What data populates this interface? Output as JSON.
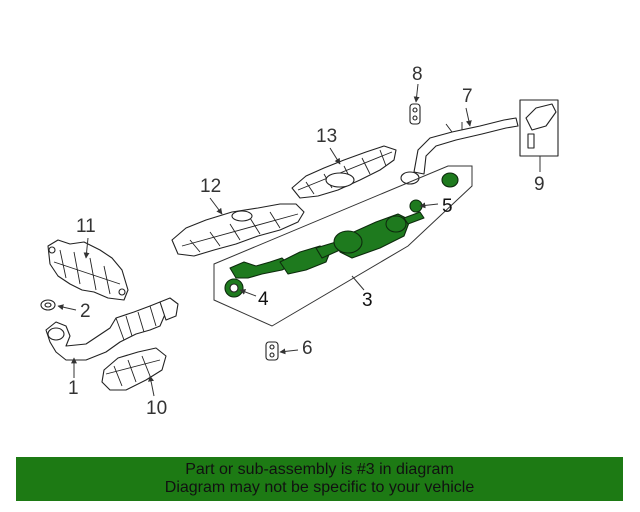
{
  "diagram": {
    "callouts": {
      "c1": "1",
      "c2": "2",
      "c3": "3",
      "c4": "4",
      "c5": "5",
      "c6": "6",
      "c7": "7",
      "c8": "8",
      "c9": "9",
      "c10": "10",
      "c11": "11",
      "c12": "12",
      "c13": "13"
    },
    "highlight_color": "#1e7a1e"
  },
  "banner": {
    "line1": "Part or sub-assembly is #3 in diagram",
    "line2": "Diagram may not be specific to your vehicle",
    "background": "#1d7a14"
  }
}
